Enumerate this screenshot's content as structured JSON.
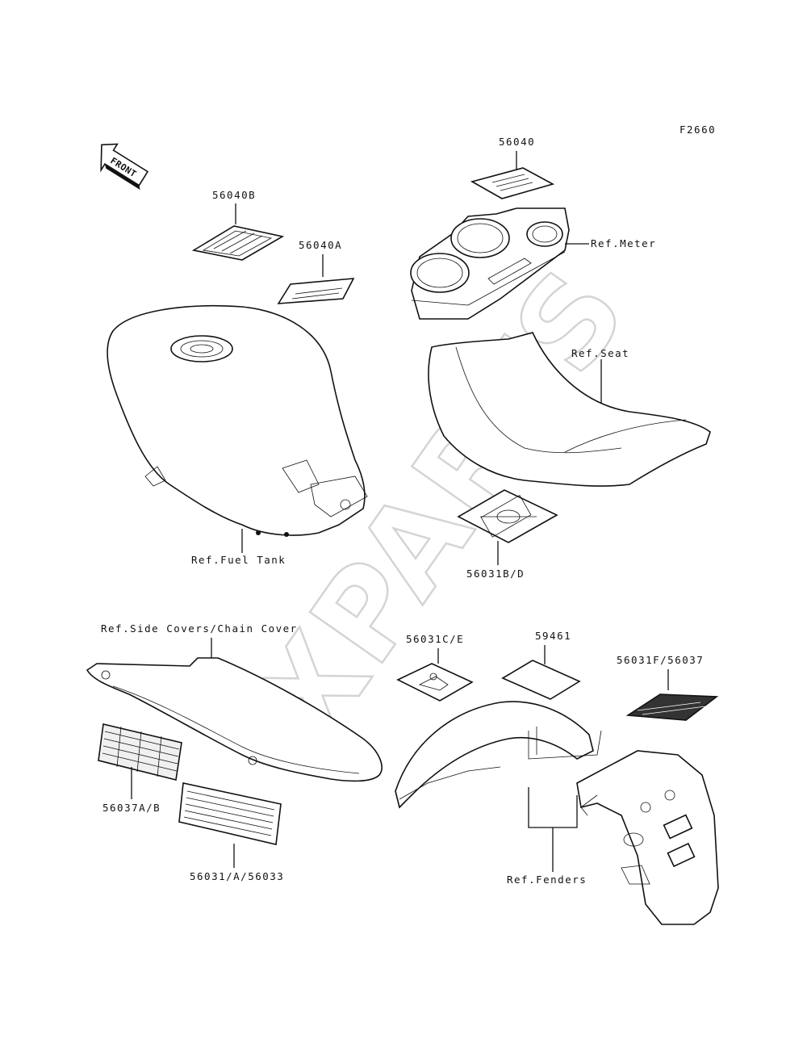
{
  "diagram_id": "F2660",
  "front_arrow": "FRONT",
  "watermark": "XPARTS",
  "labels": {
    "p56040": "56040",
    "p56040B": "56040B",
    "p56040A": "56040A",
    "ref_meter": "Ref.Meter",
    "ref_seat": "Ref.Seat",
    "ref_fuel_tank": "Ref.Fuel Tank",
    "p56031B_D": "56031B/D",
    "ref_side_covers": "Ref.Side Covers/Chain Cover",
    "p56031C_E": "56031C/E",
    "p59461": "59461",
    "p56031F_56037": "56031F/56037",
    "p56037A_B": "56037A/B",
    "p56031_A_56033": "56031/A/56033",
    "ref_fenders": "Ref.Fenders"
  }
}
